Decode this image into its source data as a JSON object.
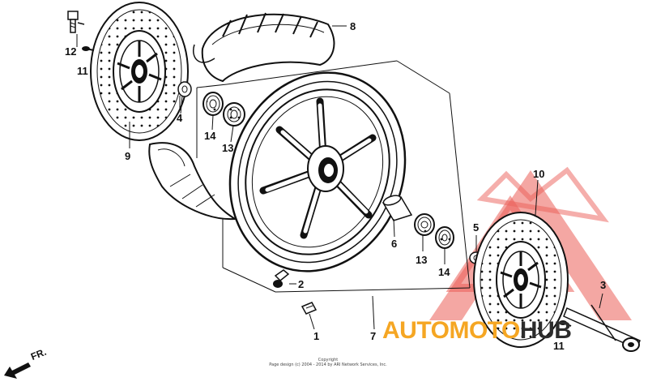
{
  "parts": {
    "p1": "1",
    "p2": "2",
    "p3": "3",
    "p4": "4",
    "p5": "5",
    "p6": "6",
    "p7": "7",
    "p8": "8",
    "p9": "9",
    "p10": "10",
    "p11a": "11",
    "p11b": "11",
    "p12": "12",
    "p13a": "13",
    "p13b": "13",
    "p14a": "14",
    "p14b": "14"
  },
  "direction_label": "FR.",
  "copyright": {
    "line1": "Copyright",
    "line2": "Page design (c) 2004 - 2014 by ARI Network Services, Inc."
  },
  "watermark": {
    "part1": "AUTOMOTO",
    "part2": "HUB"
  },
  "colors": {
    "watermark_accent": "#f5a623",
    "watermark_dark": "#2c2c2c",
    "watermark_logo": "#e8413a",
    "line_art": "#111111"
  }
}
